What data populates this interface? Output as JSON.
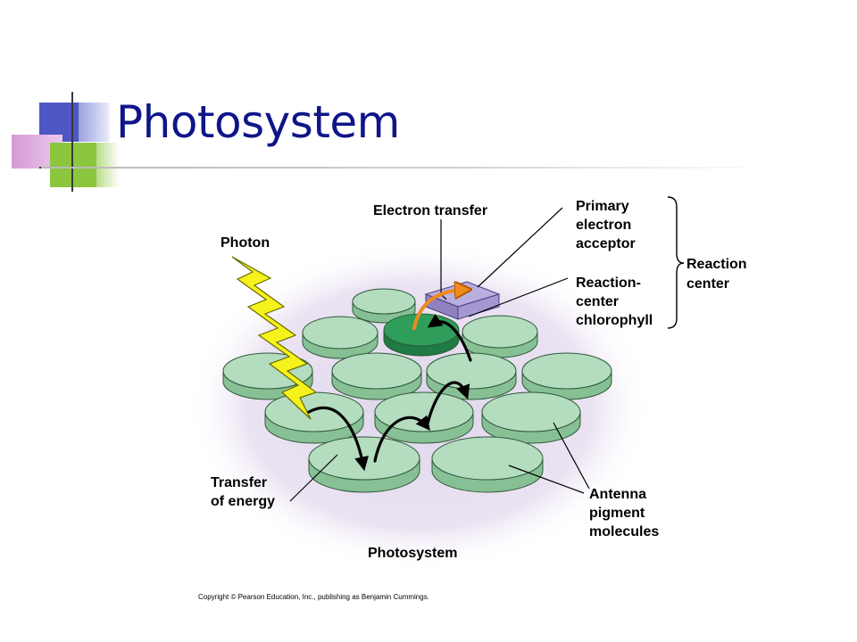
{
  "slide": {
    "title": "Photosystem",
    "copyright": "Copyright © Pearson Education, Inc., publishing as Benjamin Cummings."
  },
  "diagram": {
    "labels": {
      "photon": "Photon",
      "electron_transfer": "Electron transfer",
      "primary_electron_acceptor": [
        "Primary",
        "electron",
        "acceptor"
      ],
      "reaction_center_chlorophyll": [
        "Reaction-",
        "center",
        "chlorophyll"
      ],
      "reaction_center": [
        "Reaction",
        "center"
      ],
      "transfer_of_energy": [
        "Transfer",
        "of energy"
      ],
      "antenna_pigment_molecules": [
        "Antenna",
        "pigment",
        "molecules"
      ],
      "caption": "Photosystem"
    }
  },
  "colors": {
    "title": "#0f1589",
    "disk_fill": "#b4dcbe",
    "disk_edge": "#86c094",
    "reaction_chlorophyll": "#2e9e5a",
    "acceptor_box": "#a89bd0",
    "photon_bolt": "#f5f21c",
    "electron_arrow": "#f08a1a",
    "background_glow": "#ddd3ea",
    "deco_blue": "#4e57c4",
    "deco_green": "#8cc63f",
    "deco_pink": "#d59ad7"
  }
}
